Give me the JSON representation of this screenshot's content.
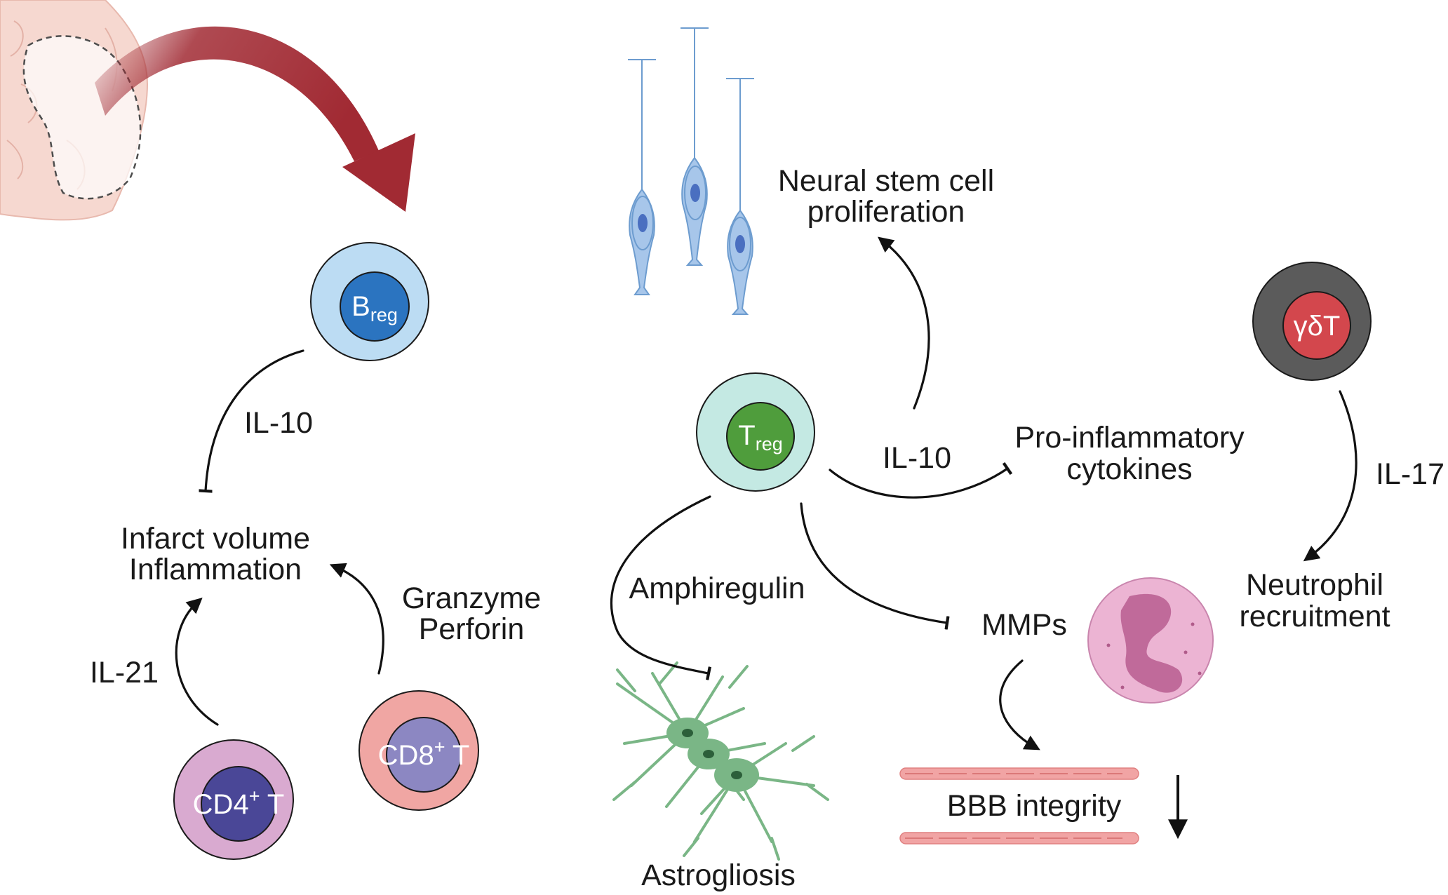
{
  "cells": {
    "breg": {
      "letter": "B",
      "sub": "reg"
    },
    "treg": {
      "letter": "T",
      "sub": "reg"
    },
    "gdt": {
      "label": "γδT"
    },
    "cd4": {
      "label": "CD4",
      "sup": "+",
      "suffix": " T"
    },
    "cd8": {
      "label": "CD8",
      "sup": "+",
      "suffix": " T"
    }
  },
  "labels": {
    "il10_left": "IL-10",
    "infarct_line1": "Infarct volume",
    "infarct_line2": "Inflammation",
    "il21": "IL-21",
    "granzyme": "Granzyme",
    "perforin": "Perforin",
    "nsc_line1": "Neural stem cell",
    "nsc_line2": "proliferation",
    "il10_right": "IL-10",
    "proinf_line1": "Pro-inflammatory",
    "proinf_line2": "cytokines",
    "il17": "IL-17",
    "neutro_line1": "Neutrophil",
    "neutro_line2": "recruitment",
    "amphiregulin": "Amphiregulin",
    "mmps": "MMPs",
    "astrogliosis": "Astrogliosis",
    "bbb": "BBB integrity"
  },
  "colors": {
    "arrow_red": "#a12a33",
    "brain_fill": "#f6d8d0",
    "breg_outer": "#bcdcf3",
    "breg_inner": "#2b74c0",
    "treg_outer": "#c4e9e3",
    "treg_inner": "#4f9d3c",
    "gdt_outer": "#5b5b5b",
    "gdt_inner": "#d3474d",
    "cd4_outer": "#d9aad0",
    "cd4_inner": "#4a4797",
    "cd8_outer": "#f0a6a3",
    "cd8_inner": "#8c87c2",
    "neutrophil": "#ecb4d3",
    "astrocyte": "#7ab686",
    "stem_cell": "#a7c6ea",
    "vessel": "#f1a4a4"
  }
}
